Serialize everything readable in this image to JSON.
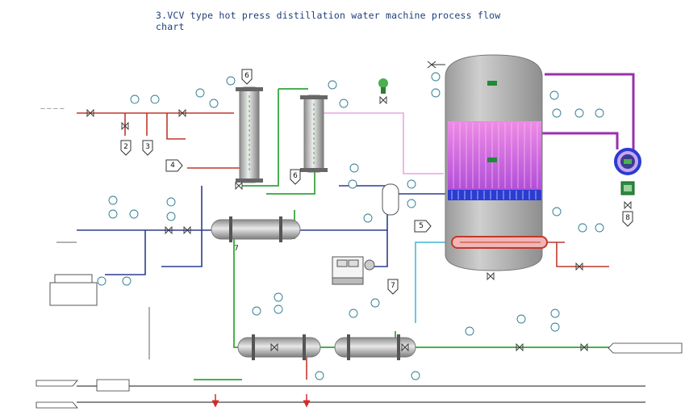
{
  "title": "3.VCV type hot press distillation water machine process flow chart",
  "callouts": {
    "c2": "2",
    "c3": "3",
    "c4": "4",
    "c5": "5",
    "c6a": "6",
    "c6b": "6",
    "c7a": "7",
    "c7b": "7",
    "c8": "8"
  },
  "colors": {
    "feed_water": "#c0392b",
    "steam": "#4caf50",
    "distillate": "#5bc0de",
    "cooling": "#2c3e8f",
    "vapor": "#9b2fae",
    "evaporator_shell": "#a9a9a9",
    "heater_pink": "#e36ad8",
    "blue_band": "#2b3ccf"
  }
}
